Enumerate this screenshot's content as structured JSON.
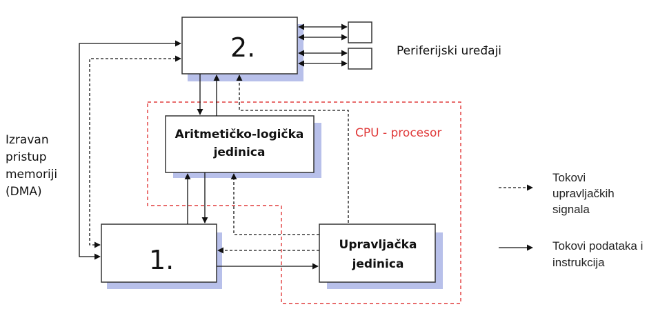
{
  "diagram": {
    "colors": {
      "cpu_boundary": "#e03a3a",
      "box_shadow": "#b8c0ea",
      "line": "#111111"
    },
    "blocks": {
      "memory": {
        "label": "1."
      },
      "io_unit": {
        "label": "2."
      },
      "alu": {
        "line1": "Aritmetičko-logička",
        "line2": "jedinica"
      },
      "control_unit": {
        "line1": "Upravljačka",
        "line2": "jedinica"
      }
    },
    "labels": {
      "peripherals": "Periferijski uređaji",
      "cpu": "CPU - procesor",
      "dma": [
        "Izravan",
        "pristup",
        "memoriji",
        "(DMA)"
      ]
    },
    "legend": {
      "control_flow": [
        "Tokovi",
        "upravljačkih",
        "signala"
      ],
      "data_flow": [
        "Tokovi podataka i",
        "instrukcija"
      ]
    }
  }
}
